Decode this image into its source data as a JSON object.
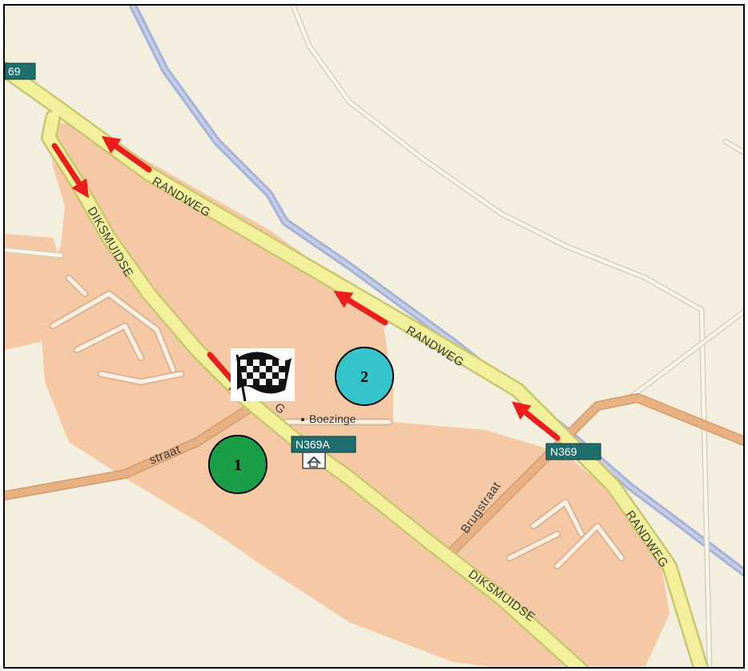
{
  "map": {
    "labels": {
      "randweg_1": "RANDWEG",
      "randweg_2": "RANDWEG",
      "randweg_3": "RANDWEG",
      "diksmuidse_1": "DIKSMUIDSE",
      "diksmuidse_2": "DIKSMUIDSE",
      "diksmuidse_partial": "G",
      "brugstraat": "Brugstraat",
      "straat": "straat",
      "town": "Boezinge"
    },
    "shields": {
      "n369_left": "69",
      "n369_right": "N369",
      "n369a": "N369A"
    },
    "markers": [
      {
        "label": "1",
        "color": "#1a9e48"
      },
      {
        "label": "2",
        "color": "#33c4cc"
      }
    ],
    "icons": {
      "finish": "checkered-flag-icon",
      "home": "home-icon",
      "arrow": "route-arrow-icon"
    },
    "colors": {
      "background": "#f3eedd",
      "town_area": "#f5c8a6",
      "main_road": "#f2f09a",
      "main_road_edge": "#c9c670",
      "secondary_road": "#e8b184",
      "canal": "#a7b2d6",
      "arrow": "#ee1c1c",
      "shield": "#1f6e6e"
    }
  }
}
